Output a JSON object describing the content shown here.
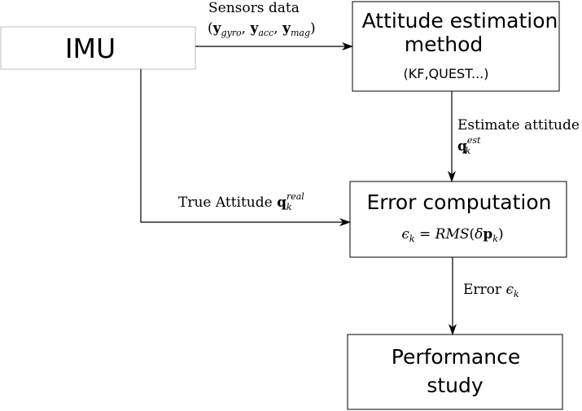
{
  "nodes": {
    "imu": {
      "label": "IMU"
    },
    "attitude_estimation": {
      "line1": "Attitude estimation",
      "line2": "method",
      "note": "(KF,QUEST...)"
    },
    "error_computation": {
      "label": "Error computation",
      "formula": {
        "lhs": "ϵ",
        "lhs_sub": "k",
        "eq": " = ",
        "func": "RMS",
        "open": "(",
        "delta": "δ",
        "var": "p",
        "var_sub": "k",
        "close": ")"
      }
    },
    "performance_study": {
      "line1": "Performance",
      "line2": "study"
    }
  },
  "edges": {
    "sensors": {
      "label": "Sensors data",
      "open": "(",
      "y": "y",
      "sub_gyro": "gyro",
      "sub_acc": "acc",
      "sub_mag": "mag",
      "comma": ", ",
      "close": ")"
    },
    "estimate": {
      "label": "Estimate attitude",
      "q": "q",
      "sup": "est",
      "sub": "k"
    },
    "true_attitude": {
      "label": "True Attitude ",
      "q": "q",
      "sup": "real",
      "sub": "k"
    },
    "error": {
      "label": "Error ",
      "eps": "ϵ",
      "sub": "k"
    }
  }
}
